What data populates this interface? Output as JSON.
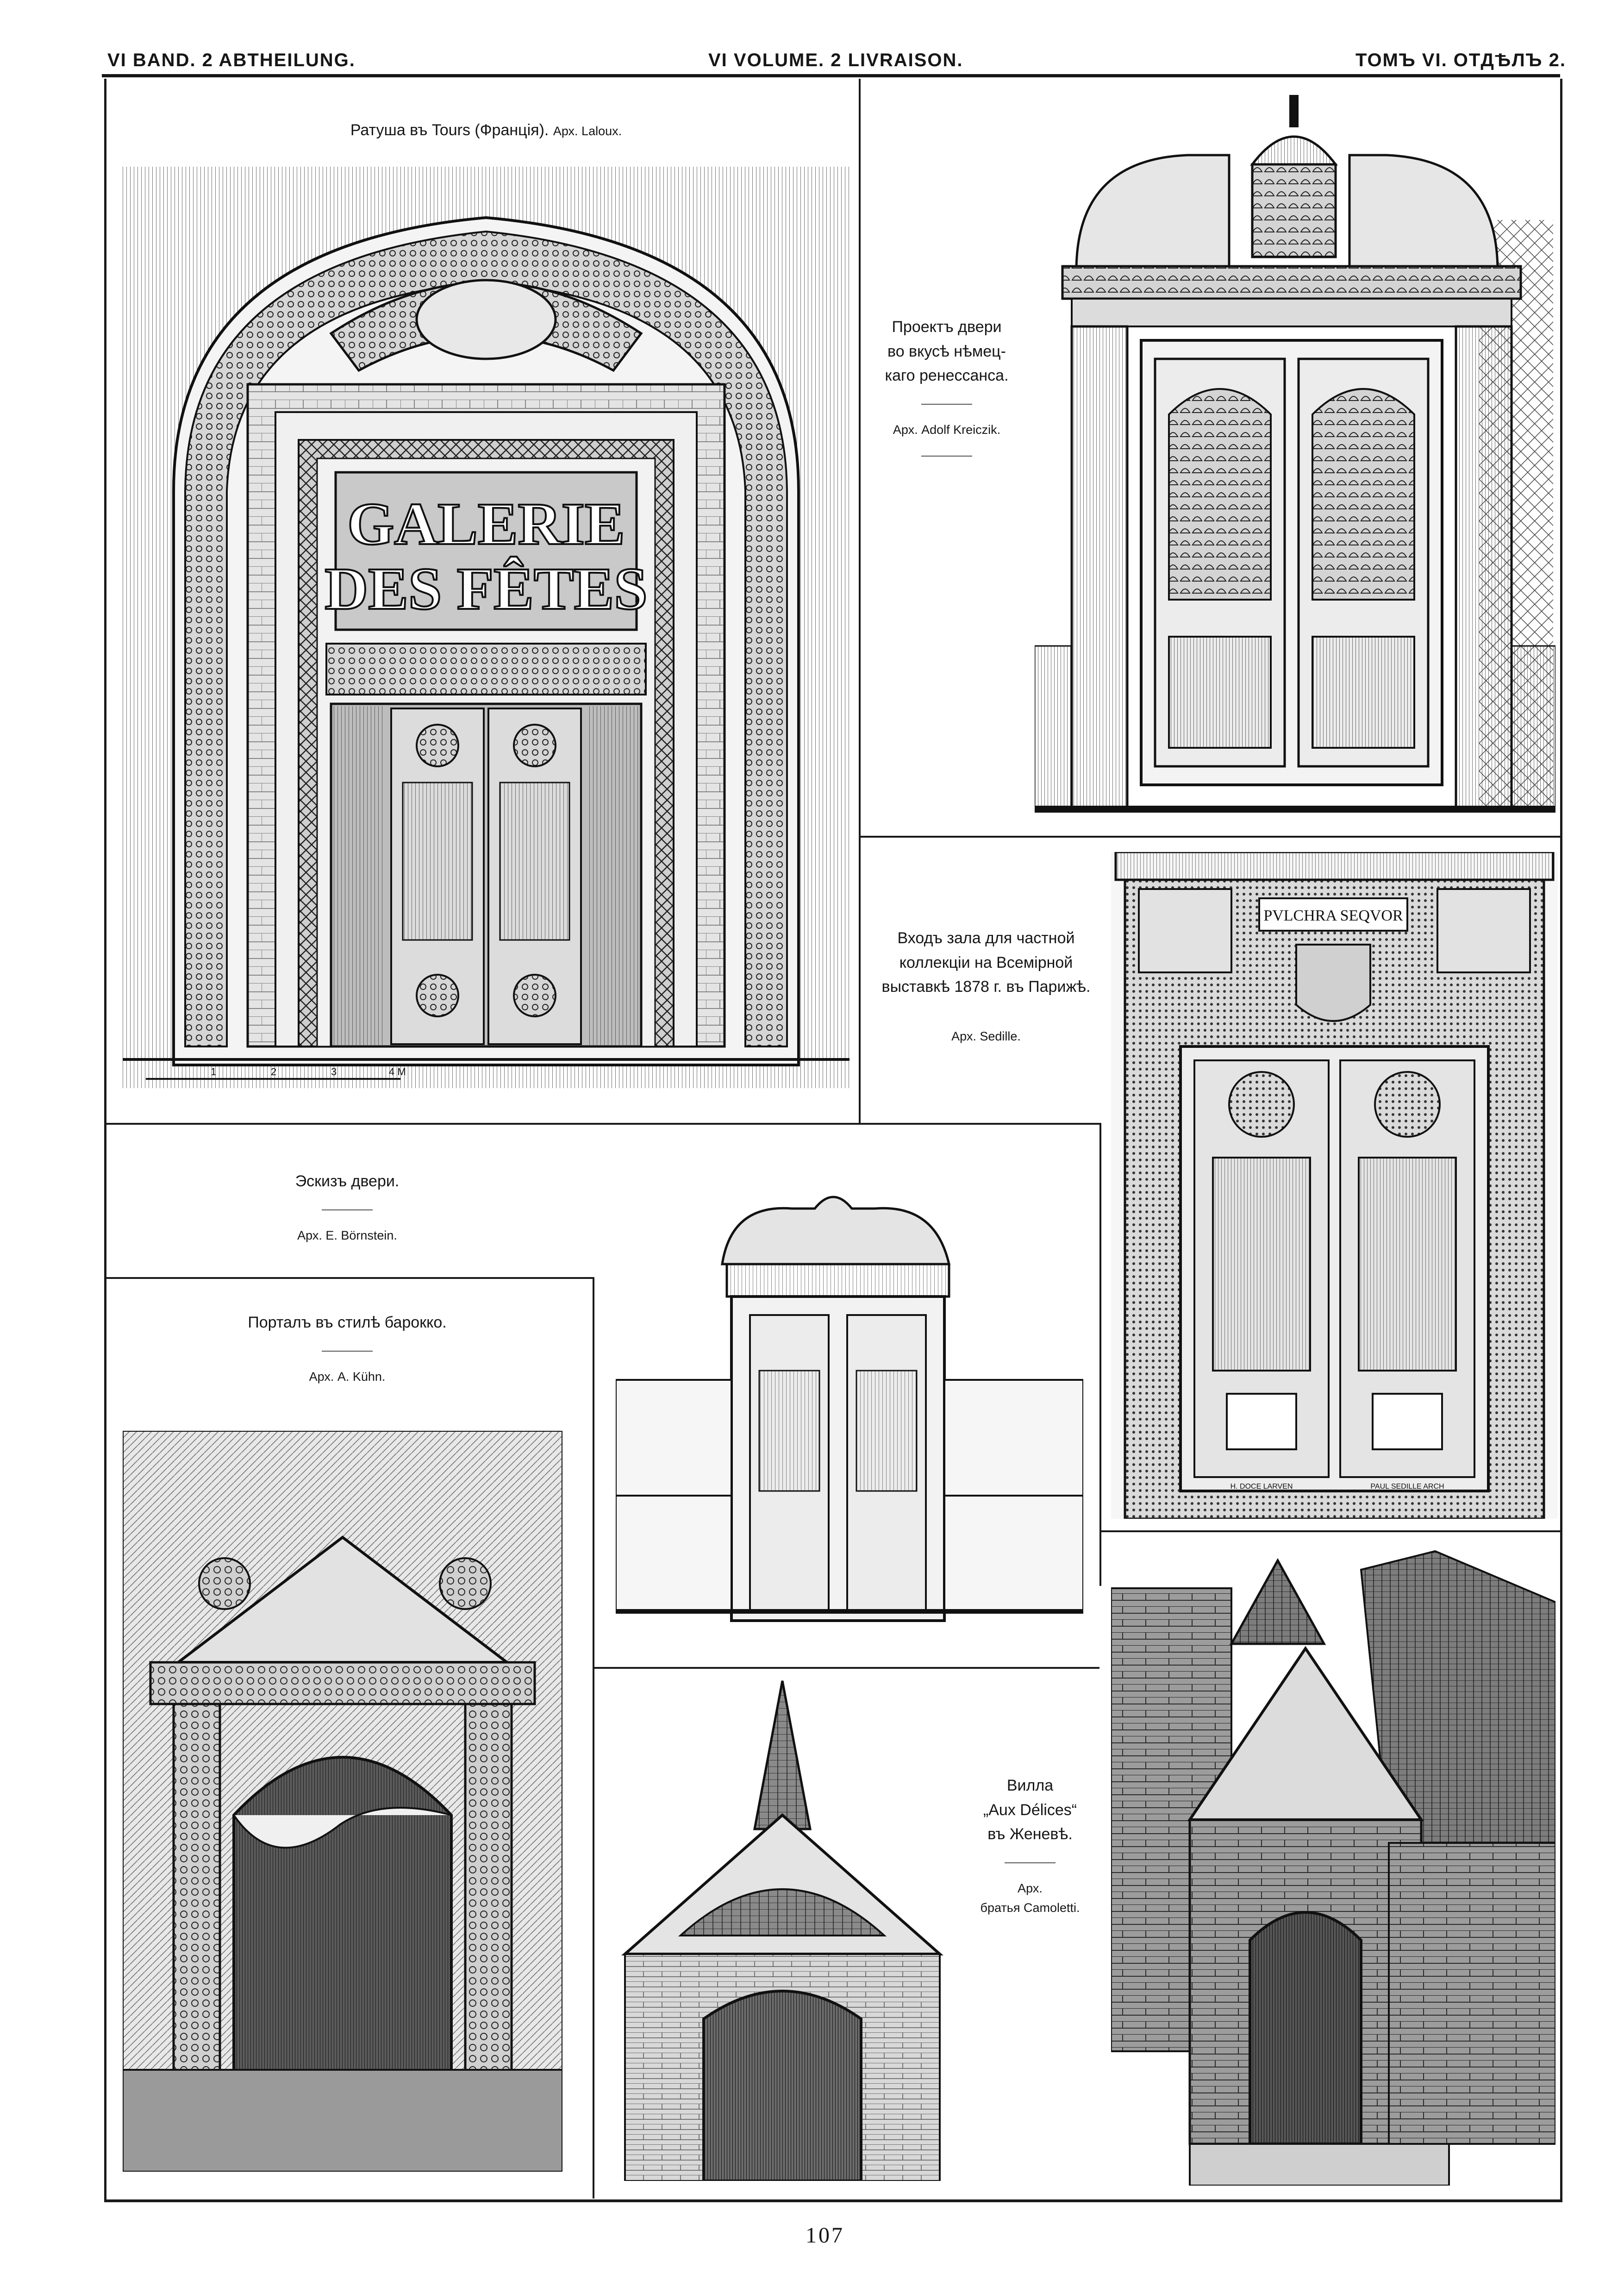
{
  "header": {
    "left": "VI BAND. 2 ABTHEILUNG.",
    "center": "VI VOLUME. 2 LIVRAISON.",
    "right": "ТОМЪ VI. ОТДѢЛЪ 2."
  },
  "captions": {
    "tours": {
      "title": "Ратуша въ Tours (Франція).",
      "author": "Арх. Laloux."
    },
    "german_door": {
      "lines": [
        "Проектъ двери",
        "во вкусѣ нѣмец-",
        "каго ренессанса."
      ],
      "author": "Арх. Adolf Kreiczik."
    },
    "paris_hall": {
      "lines": [
        "Входъ зала для частной",
        "коллекціи на Всемірной",
        "выставкѣ 1878 г. въ Парижѣ."
      ],
      "author": "Арх. Sedille."
    },
    "sketch_door": {
      "title": "Эскизъ двери.",
      "author": "Арх. E. Börnstein."
    },
    "baroque": {
      "title": "Порталъ въ стилѣ барокко.",
      "author": "Арх. A. Kühn."
    },
    "villa": {
      "lines": [
        "Вилла",
        "„Aux Délices“",
        "въ Женевѣ."
      ],
      "author_lines": [
        "Арх.",
        "братья Camoletti."
      ]
    }
  },
  "plate_text": {
    "tours_inscription": [
      "GALERIE",
      "DES FÊTES"
    ],
    "tours_scale": [
      "1",
      "2",
      "3",
      "4 M"
    ],
    "paris_inscription": "PVLCHRA SEQVOR",
    "paris_signatures": [
      "H. DOCE LARVEN",
      "PAUL SEDILLE ARCH"
    ]
  },
  "page_number": "107"
}
